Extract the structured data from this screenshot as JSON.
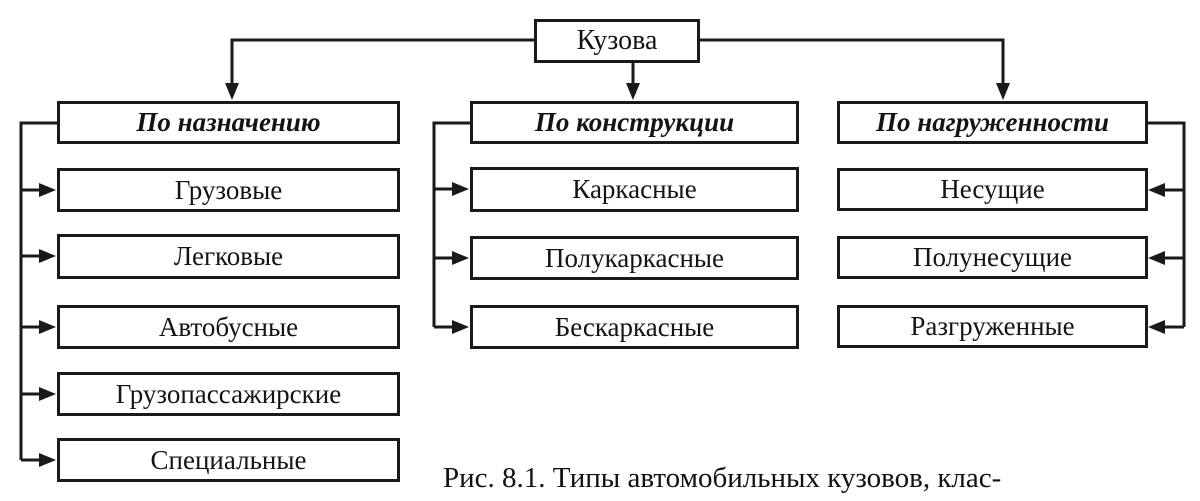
{
  "diagram": {
    "root": {
      "label": "Кузова"
    },
    "columns": [
      {
        "header": "По назначению",
        "items": [
          {
            "label": "Грузовые"
          },
          {
            "label": "Легковые"
          },
          {
            "label": "Автобусные"
          },
          {
            "label": "Грузопассажирские"
          },
          {
            "label": "Специальные"
          }
        ]
      },
      {
        "header": "По конструкции",
        "items": [
          {
            "label": "Каркасные"
          },
          {
            "label": "Полукаркасные"
          },
          {
            "label": "Бескаркасные"
          }
        ]
      },
      {
        "header": "По нагруженности",
        "items": [
          {
            "label": "Несущие"
          },
          {
            "label": "Полунесущие"
          },
          {
            "label": "Разгруженные"
          }
        ]
      }
    ],
    "caption": "Рис. 8.1. Типы автомобильных кузовов, клас-"
  },
  "colors": {
    "line": "#1a1a1a",
    "background": "#ffffff",
    "text": "#141414"
  }
}
